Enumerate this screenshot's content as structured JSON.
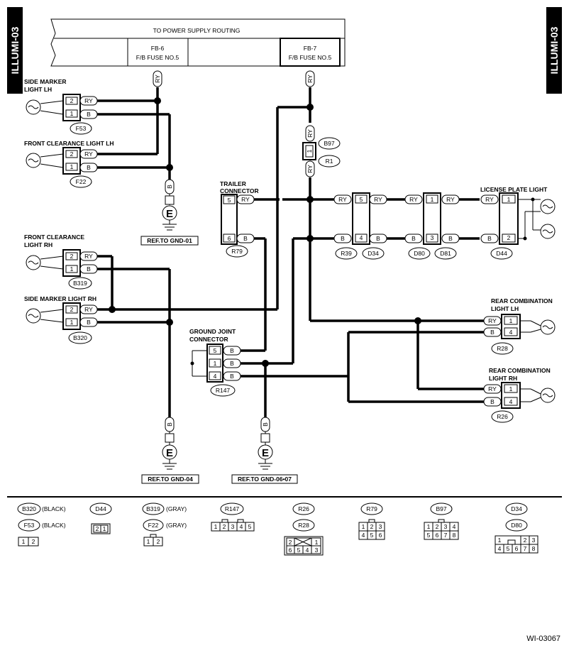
{
  "page": {
    "side_tab": "ILLUMI-03",
    "figure_id": "WI-03067"
  },
  "power": {
    "title": "TO POWER SUPPLY ROUTING",
    "fb6": {
      "name": "FB-6",
      "desc": "F/B FUSE NO.5"
    },
    "fb7": {
      "name": "FB-7",
      "desc": "F/B FUSE NO.5"
    }
  },
  "components": {
    "side_marker_lh": [
      "SIDE MARKER",
      "LIGHT LH"
    ],
    "front_clearance_lh": "FRONT CLEARANCE LIGHT LH",
    "front_clearance_rh": [
      "FRONT CLEARANCE",
      "LIGHT RH"
    ],
    "side_marker_rh": "SIDE MARKER LIGHT RH",
    "trailer_connector": [
      "TRAILER",
      "CONNECTOR"
    ],
    "license_plate": "LICENSE PLATE LIGHT",
    "ground_joint": [
      "GROUND JOINT",
      "CONNECTOR"
    ],
    "rear_comb_lh": [
      "REAR COMBINATION",
      "LIGHT LH"
    ],
    "rear_comb_rh": [
      "REAR COMBINATION",
      "LIGHT RH"
    ]
  },
  "connectors": {
    "f53": "F53",
    "f22": "F22",
    "b319": "B319",
    "b320": "B320",
    "b97": "B97",
    "r1": "R1",
    "r79": "R79",
    "r39": "R39",
    "d34": "D34",
    "d80": "D80",
    "d81": "D81",
    "d44": "D44",
    "r147": "R147",
    "r28": "R28",
    "r26": "R26"
  },
  "wire_colors": {
    "ry": "RY",
    "b": "B"
  },
  "pins": {
    "p1": "1",
    "p2": "2",
    "p3": "3",
    "p4": "4",
    "p5": "5",
    "p6": "6"
  },
  "ground": {
    "symbol": "E",
    "ref1": "REF.TO GND-01",
    "ref4": "REF.TO GND-04",
    "ref67": "REF.TO GND-06•07"
  },
  "legend": {
    "b320": "B320",
    "black1": "(BLACK)",
    "f53": "F53",
    "black2": "(BLACK)",
    "d44": "D44",
    "b319": "B319",
    "gray1": "(GRAY)",
    "f22": "F22",
    "gray2": "(GRAY)",
    "r147": "R147",
    "r26": "R26",
    "r28": "R28",
    "r79": "R79",
    "b97": "B97",
    "d34": "D34",
    "d80": "D80"
  },
  "colors": {
    "ink": "#000000",
    "background": "#ffffff",
    "tab": "#000000"
  }
}
